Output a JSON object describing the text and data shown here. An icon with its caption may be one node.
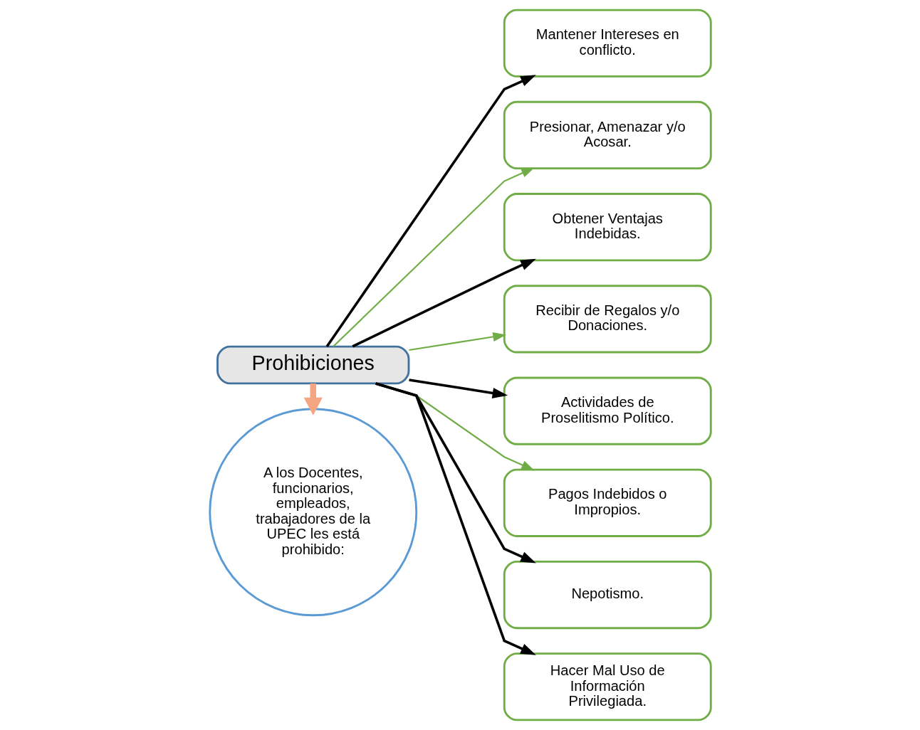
{
  "diagram": {
    "nodes": [
      {
        "text": [
          "Prohibiciones"
        ]
      },
      {
        "text": [
          "A los Docentes, funcionarios, empleados, trabajadores de la UPEC les está prohibido:"
        ]
      },
      {
        "text": [
          "Mantener Intereses en conflicto."
        ]
      },
      {
        "text": [
          "Presionar, Amenazar y/o Acosar."
        ]
      },
      {
        "text": [
          "Obtener Ventajas Indebidas."
        ]
      },
      {
        "text": [
          "Recibir de Regalos y/o Donaciones."
        ]
      },
      {
        "text": [
          "Actividades de Proselitismo Político."
        ]
      },
      {
        "text": [
          "Pagos Indebidos o Impropios."
        ]
      },
      {
        "text": [
          "Nepotismo."
        ]
      },
      {
        "text": [
          "Hacer Mal Uso de Información Privilegiada."
        ]
      }
    ],
    "edges": [
      {
        "from": 0,
        "to": 1,
        "arrow": "to",
        "style": "thick",
        "color": "#f4a582"
      },
      {
        "from": 0,
        "to": 2,
        "arrow": "to"
      },
      {
        "from": 0,
        "to": 3,
        "arrow": "to",
        "color": "#70ad47"
      },
      {
        "from": 0,
        "to": 4,
        "arrow": "to"
      },
      {
        "from": 0,
        "to": 5,
        "arrow": "to",
        "color": "#70ad47"
      },
      {
        "from": 0,
        "to": 6,
        "arrow": "to"
      },
      {
        "from": 0,
        "to": 7,
        "arrow": "to",
        "color": "#70ad47"
      },
      {
        "from": 0,
        "to": 8,
        "arrow": "to"
      },
      {
        "from": 0,
        "to": 9,
        "arrow": "to"
      }
    ]
  }
}
